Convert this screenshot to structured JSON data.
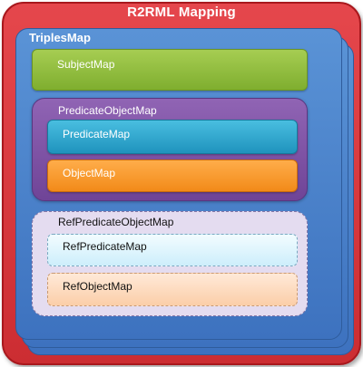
{
  "r2rml": {
    "title": "R2RML Mapping",
    "triples_map": {
      "title": "TriplesMap",
      "subject_map": "SubjectMap",
      "predicate_object_map": {
        "title": "PredicateObjectMap",
        "predicate_map": "PredicateMap",
        "object_map": "ObjectMap"
      },
      "ref_predicate_object_map": {
        "title": "RefPredicateObjectMap",
        "ref_predicate_map": "RefPredicateMap",
        "ref_object_map": "RefObjectMap"
      }
    }
  },
  "colors": {
    "outer": "#d9363b",
    "triples_map": "#4a82c8",
    "subject_map": "#8cbd3f",
    "predicate_object_map": "#7f54a6",
    "predicate_map": "#2ea8d0",
    "object_map": "#f59a2c",
    "ref_predicate_object_map": "#e4dcf0",
    "ref_predicate_map": "#dff4fc",
    "ref_object_map": "#fcdcc0"
  }
}
